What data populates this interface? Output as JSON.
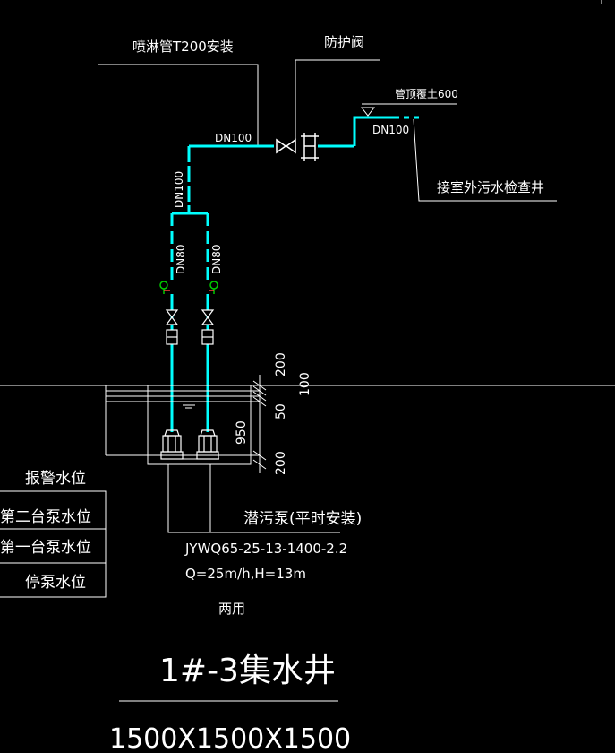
{
  "labels": {
    "sprinkler_pipe": "喷淋管T200安装",
    "check_valve": "防护阀",
    "pipe_top_elev": "管顶覆土600",
    "outdoor_manhole": "接室外污水检查井",
    "pipe_dn100_a": "DN100",
    "pipe_dn100_b": "DN100",
    "pipe_dn100_c": "DN100",
    "pipe_dn80_left": "DN80",
    "pipe_dn80_right": "DN80"
  },
  "dimensions": {
    "d200_top": "200",
    "d100": "100",
    "d50": "50",
    "d950": "950",
    "d200_bottom": "200"
  },
  "water_levels": [
    "报警水位",
    "第二台泵水位",
    "第一台泵水位",
    "停泵水位"
  ],
  "pump": {
    "name": "潜污泵(平时安装)",
    "model": "JYWQ65-25-13-1400-2.2",
    "spec": "Q=25m/h,H=13m",
    "usage": "两用"
  },
  "title": "1#-3集水井",
  "size": "1500X1500X1500",
  "colors": {
    "background": "#000000",
    "pipe": "#00ffff",
    "line": "#ffffff",
    "green": "#00cc00",
    "red": "#ff4040"
  }
}
